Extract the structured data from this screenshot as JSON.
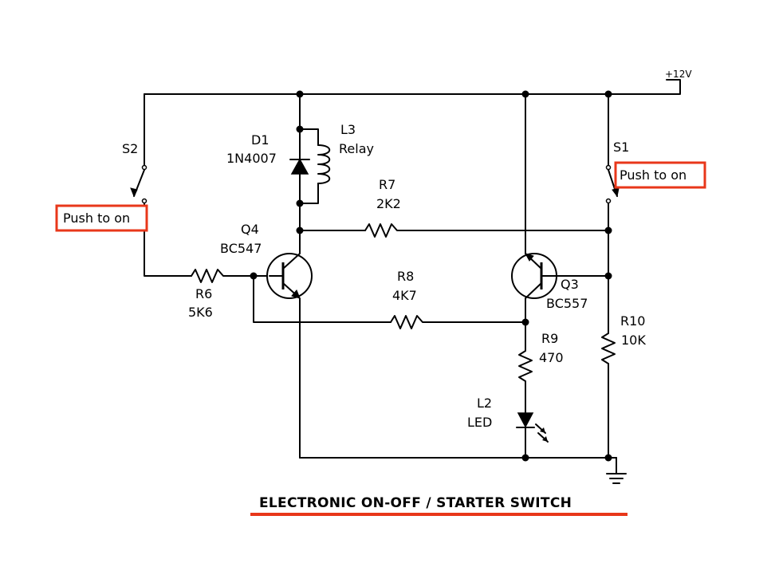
{
  "title": "ELECTRONIC ON-OFF / STARTER SWITCH",
  "supply_label": "+12V",
  "switches": {
    "s1": {
      "name": "S1",
      "tag": "Push to on"
    },
    "s2": {
      "name": "S2",
      "tag": "Push to on"
    }
  },
  "diode": {
    "name": "D1",
    "part": "1N4007"
  },
  "relay": {
    "name": "L3",
    "part": "Relay"
  },
  "transistors": {
    "q4": {
      "name": "Q4",
      "part": "BC547"
    },
    "q3": {
      "name": "Q3",
      "part": "BC557"
    }
  },
  "resistors": {
    "r6": {
      "name": "R6",
      "value": "5K6"
    },
    "r7": {
      "name": "R7",
      "value": "2K2"
    },
    "r8": {
      "name": "R8",
      "value": "4K7"
    },
    "r9": {
      "name": "R9",
      "value": "470"
    },
    "r10": {
      "name": "R10",
      "value": "10K"
    }
  },
  "led": {
    "name": "L2",
    "part": "LED"
  },
  "colors": {
    "highlight": "#e8371a",
    "wire": "#000000"
  }
}
